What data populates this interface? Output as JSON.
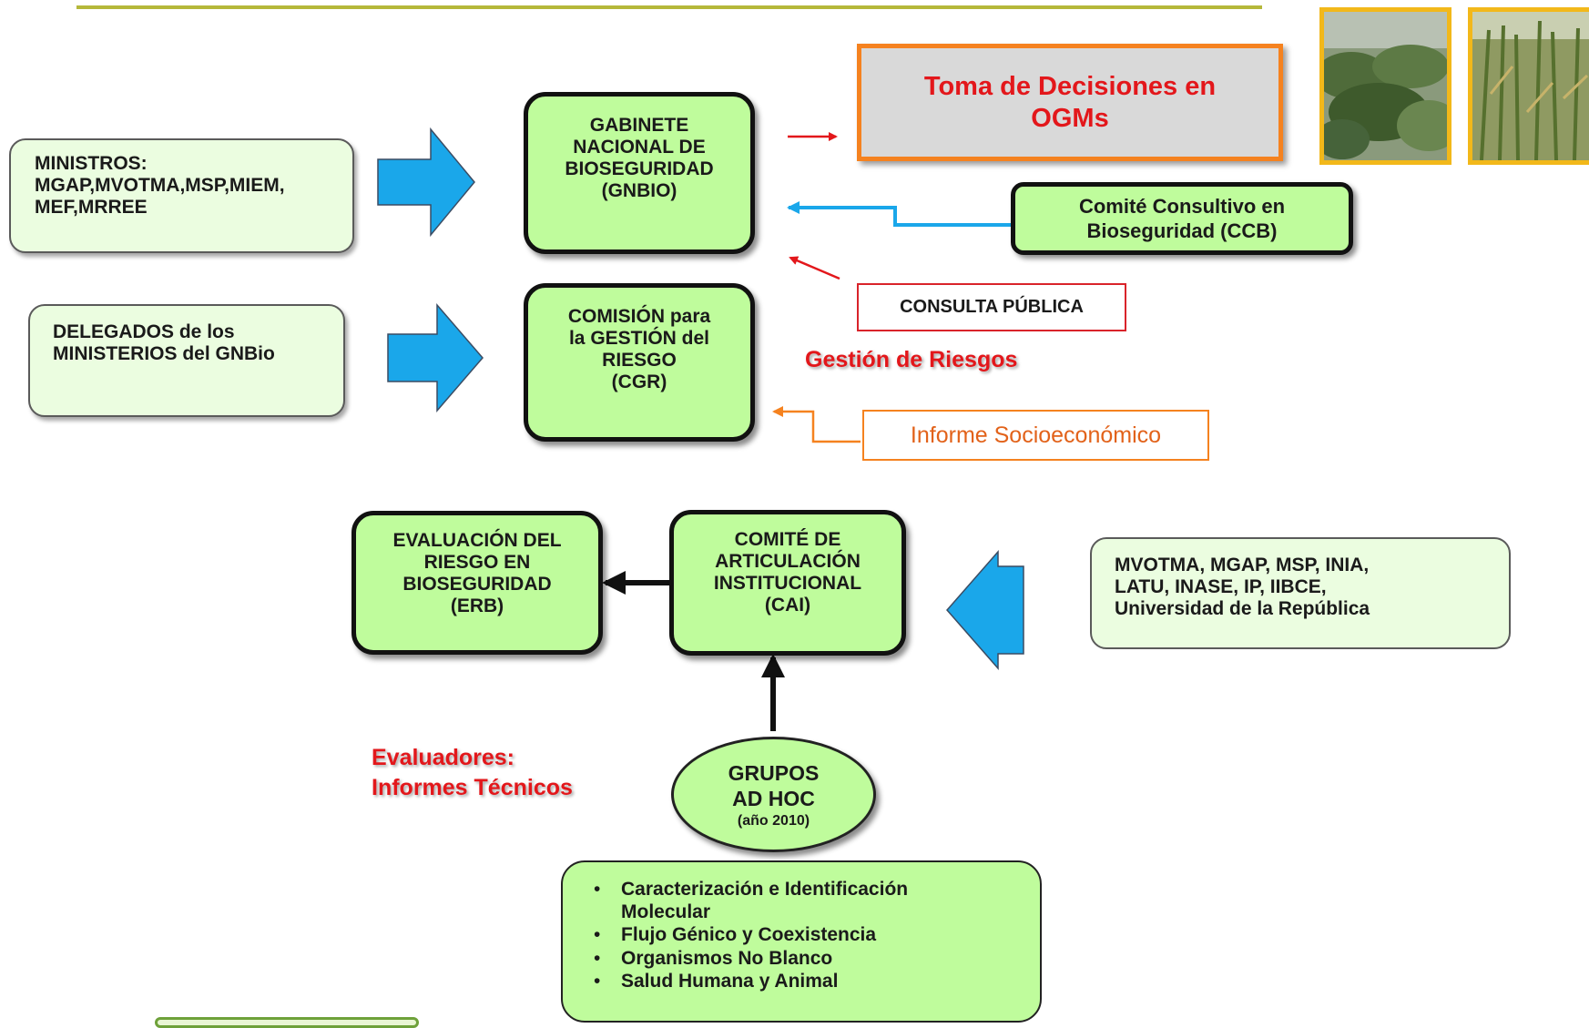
{
  "nodes": {
    "ministros": "MINISTROS:\nMGAP,MVOTMA,MSP,MIEM,\nMEF,MRREE",
    "delegados": "DELEGADOS de los\nMINISTERIOS  del GNBio",
    "gnbio": "GABINETE\nNACIONAL DE\nBIOSEGURIDAD\n(GNBIO)",
    "cgr": "COMISIÓN para\nla GESTIÓN del\nRIESGO\n(CGR)",
    "decision": "Toma de Decisiones en\nOGMs",
    "ccb": "Comité Consultivo en\nBioseguridad (CCB)",
    "consulta": "CONSULTA PÚBLICA",
    "gestion": "Gestión de Riesgos",
    "informe": "Informe Socioeconómico",
    "erb": "EVALUACIÓN DEL\nRIESGO EN\nBIOSEGURIDAD\n(ERB)",
    "cai": "COMITÉ DE\nARTICULACIÓN\nINSTITUCIONAL\n(CAI)",
    "instituciones": "MVOTMA, MGAP, MSP, INIA,\nLATU, INASE, IP, IIBCE,\nUniversidad de la República",
    "evaluadores": "Evaluadores:\nInformes Técnicos",
    "grupos_title": "GRUPOS\nAD HOC",
    "grupos_year": "(año 2010)"
  },
  "grupos_items": [
    "Caracterización e Identificación\nMolecular",
    "Flujo Génico y Coexistencia",
    "Organismos No Blanco",
    "Salud Humana y Animal"
  ],
  "colors": {
    "green_fill": "#bffc9c",
    "light_fill": "#ebfde0",
    "red_text": "#e3171b",
    "orange": "#f5821f",
    "blue_arrow": "#1aa7ea",
    "top_line": "#b5b83a",
    "photo_border": "#f2b81a"
  },
  "photos": [
    "soybean-crop-photo",
    "corn-crop-photo"
  ]
}
